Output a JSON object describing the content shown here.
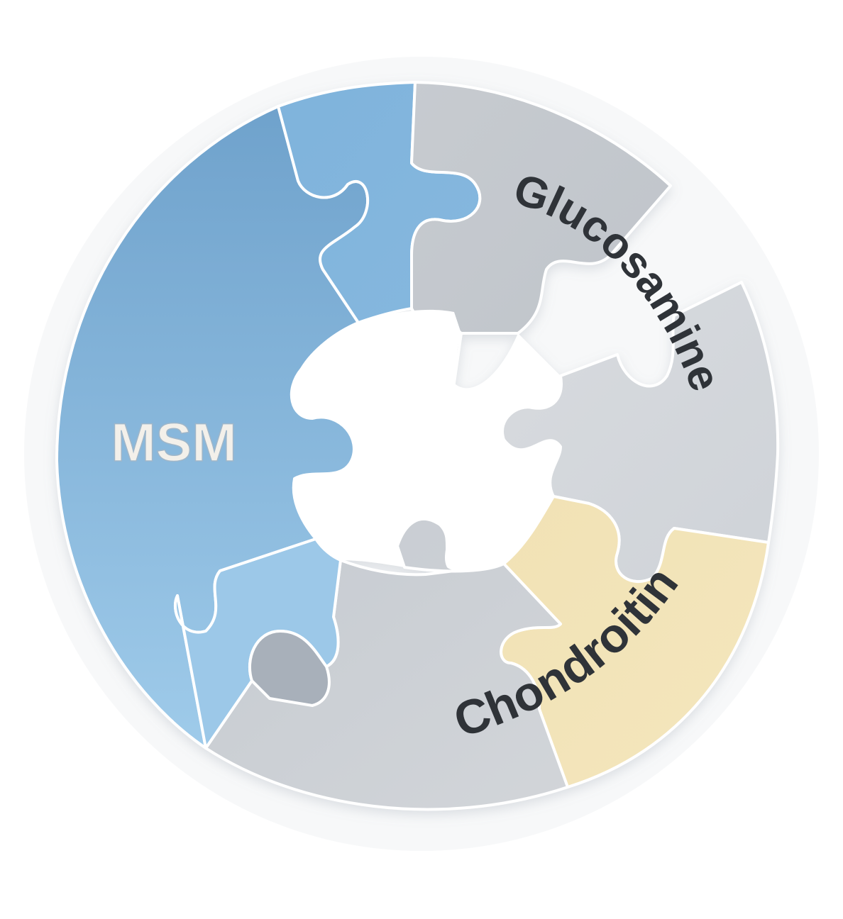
{
  "labels": {
    "msm": "MSM",
    "glucosamine": "Glucosamine",
    "chondroitin": "Chondroitin"
  },
  "colors": {
    "msm_blue": "#7fb0d6",
    "msm_blue_dark": "#6f9fca",
    "light_blue": "#8fc0e2",
    "gray": "#c9cdd2",
    "gray_dark": "#a9b1ba",
    "light_gray": "#d8dbdf",
    "yellow": "#f3e3b6",
    "text_dark": "#2f3338",
    "text_light": "#f4f2ee"
  }
}
